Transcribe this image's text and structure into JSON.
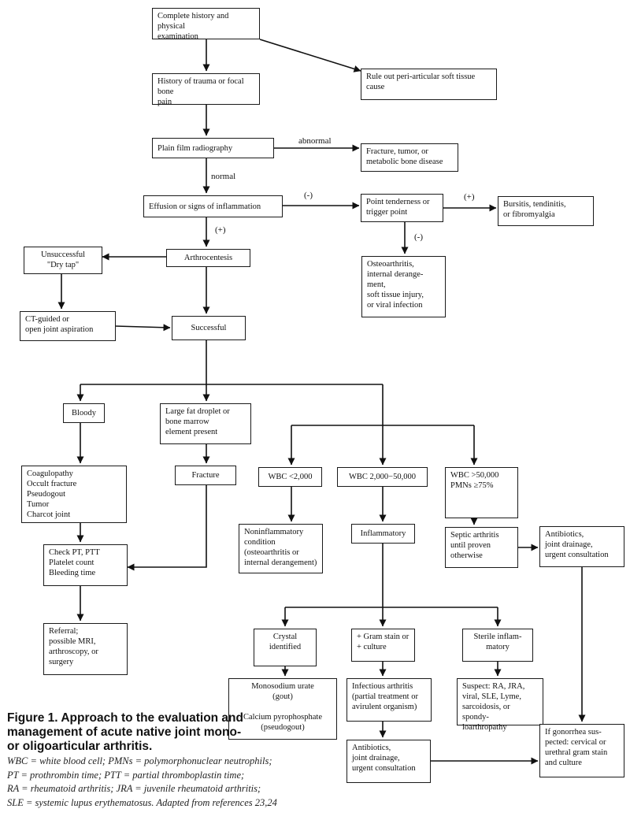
{
  "nodes": {
    "complete_history": "Complete history and physical\nexamination",
    "rule_out": "Rule out peri-articular soft tissue\ncause",
    "history_trauma": "History of trauma or focal bone\npain",
    "plain_film": "Plain film radiography",
    "fracture_tumor": "Fracture, tumor, or\nmetabolic bone disease",
    "effusion": "Effusion or signs of inflammation",
    "point_tenderness": "Point tenderness or\ntrigger point",
    "bursitis": "Bursitis, tendinitis,\nor fibromyalgia",
    "unsuccessful": "Unsuccessful\n\"Dry tap\"",
    "arthrocentesis": "Arthrocentesis",
    "osteoarthritis": "Osteoarthritis,\ninternal derange-\nment,\nsoft tissue injury,\nor viral infection",
    "ct_guided": "CT-guided or\nopen joint aspiration",
    "successful": "Successful",
    "bloody": "Bloody",
    "fat_droplet": "Large fat droplet or\nbone marrow\nelement present",
    "coagulopathy": "Coagulopathy\nOccult fracture\nPseudogout\nTumor\nCharcot joint",
    "fracture": "Fracture",
    "wbc_low": "WBC <2,000",
    "wbc_mid": "WBC 2,000−50,000",
    "wbc_high": "WBC >50,000\nPMNs ≥75%",
    "noninflammatory": "Noninflammatory\ncondition\n(osteoarthritis or\ninternal derangement)",
    "inflammatory": "Inflammatory",
    "septic": "Septic arthritis\nuntil proven\notherwise",
    "antibiotics_top": "Antibiotics,\n joint drainage,\nurgent consultation",
    "check_pt": "Check PT, PTT\nPlatelet count\nBleeding time",
    "referral": "Referral;\npossible MRI,\narthroscopy, or\nsurgery",
    "crystal": "Crystal\nidentified",
    "gram_stain": "+ Gram stain or\n+ culture",
    "sterile": "Sterile inflam-\nmatory",
    "monosodium": "Monosodium urate\n(gout)\n\nCalcium pyrophosphate\n(pseudogout)",
    "infectious": "Infectious arthritis\n(partial treatment or\navirulent  organism)",
    "suspect": "Suspect: RA, JRA,\nviral, SLE, Lyme,\nsarcoidosis, or spondy-\nloarthropathy",
    "antibiotics_bottom": "Antibiotics,\n joint drainage,\nurgent consultation",
    "gonorrhea": "If gonorrhea sus-\npected: cervical or\nurethral gram stain\nand culture"
  },
  "edge_labels": {
    "abnormal": "abnormal",
    "normal": "normal",
    "neg_effusion": "(-)",
    "pos_effusion": "(+)",
    "pos_tenderness": "(+)",
    "neg_tenderness": "(-)"
  },
  "caption": {
    "title": "Figure 1. Approach to the evaluation and management of acute native joint mono- or oligoarticular arthritis.",
    "body": "WBC = white blood cell; PMNs = polymorphonuclear neutrophils;\nPT = prothrombin time; PTT = partial thromboplastin time;\nRA = rheumatoid arthritis; JRA = juvenile rheumatoid arthritis;\nSLE = systemic lupus erythematosus. Adapted from references 23,24"
  }
}
